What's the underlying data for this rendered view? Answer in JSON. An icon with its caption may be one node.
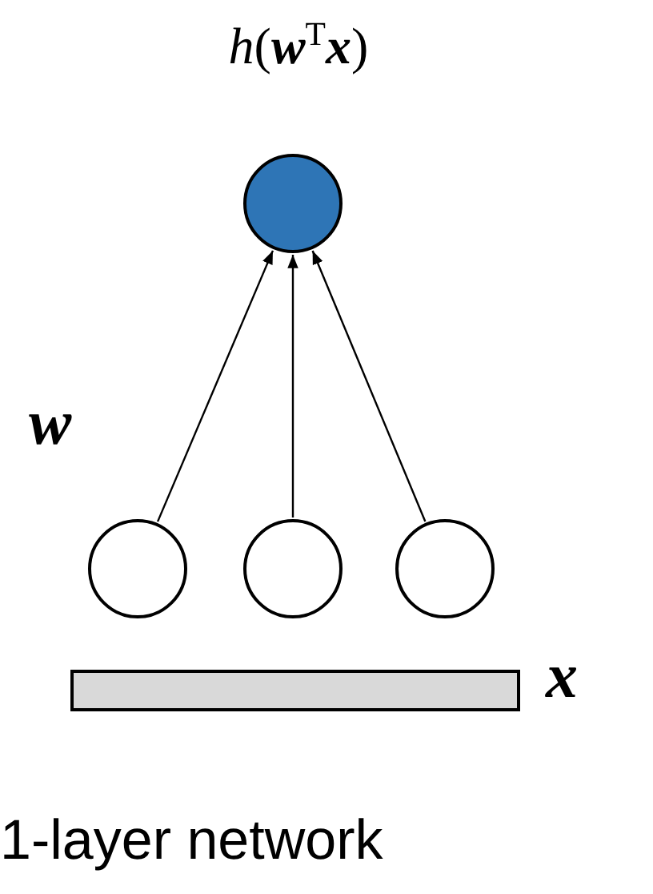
{
  "diagram": {
    "caption": "1-layer network",
    "nodes": [
      {
        "text": [
          "*h*(**w**$^{T}$**x**)"
        ]
      },
      {
        "text": [],
        "shape": "circle"
      },
      {
        "text": [],
        "shape": "circle"
      },
      {
        "text": [],
        "shape": "circle"
      },
      {
        "text": [],
        "shape": "bar",
        "beside": [
          "x"
        ]
      }
    ],
    "edges": [
      {
        "from": 1,
        "to": 0,
        "arrow": "to"
      },
      {
        "from": 2,
        "to": 0,
        "arrow": "to"
      },
      {
        "from": 3,
        "to": 0,
        "arrow": "to"
      }
    ],
    "labels": [
      "w"
    ]
  }
}
